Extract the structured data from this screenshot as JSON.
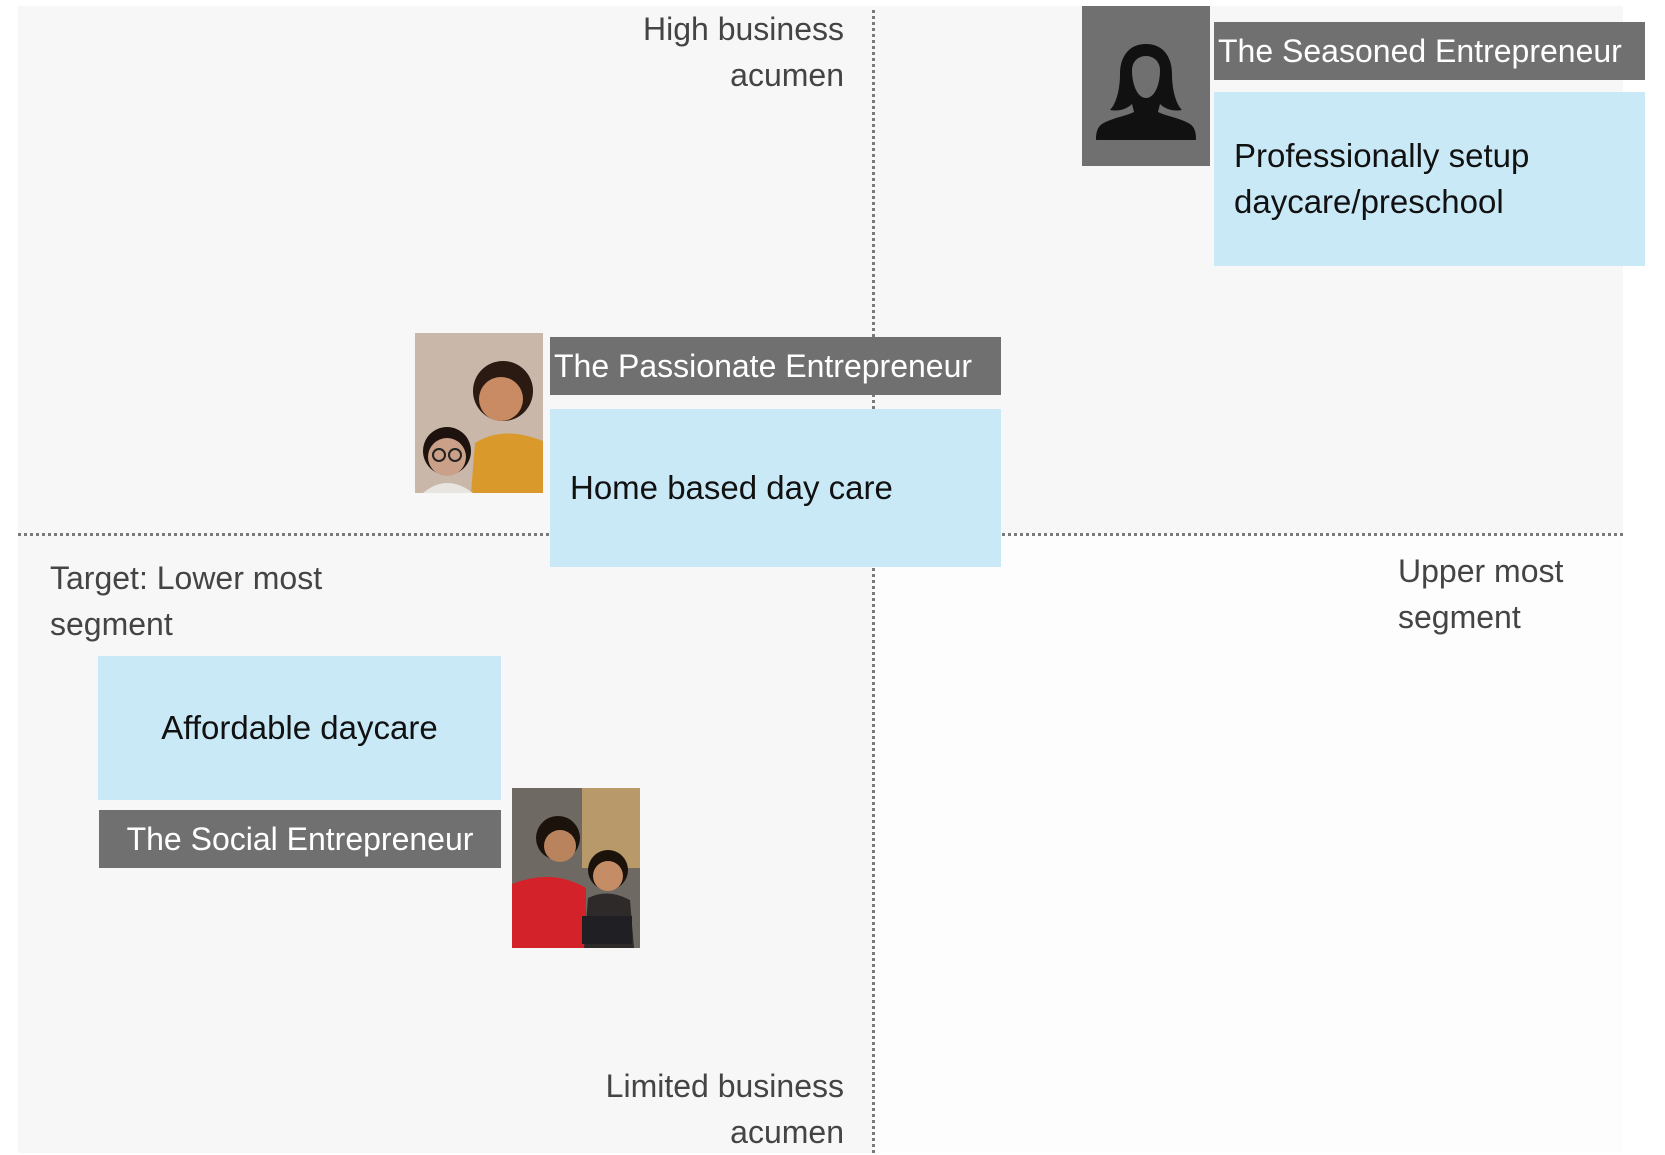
{
  "axes": {
    "top_label": "High business acumen",
    "bottom_label": "Limited business acumen",
    "left_label": "Target: Lower most segment",
    "right_label": "Upper most segment"
  },
  "personas": {
    "seasoned": {
      "title": "The Seasoned Entrepreneur",
      "description": "Professionally setup daycare/preschool",
      "icon": "female-silhouette-icon"
    },
    "passionate": {
      "title": "The Passionate Entrepreneur",
      "description": "Home based day care",
      "icon": "mother-child-photo"
    },
    "social": {
      "title": "The Social Entrepreneur",
      "description": "Affordable daycare",
      "icon": "mother-child-photo"
    }
  },
  "colors": {
    "title_bg": "#707070",
    "description_bg": "#c9e9f7",
    "quadrant_bg": "#f7f7f7",
    "axis_line": "#7a7a7a"
  }
}
